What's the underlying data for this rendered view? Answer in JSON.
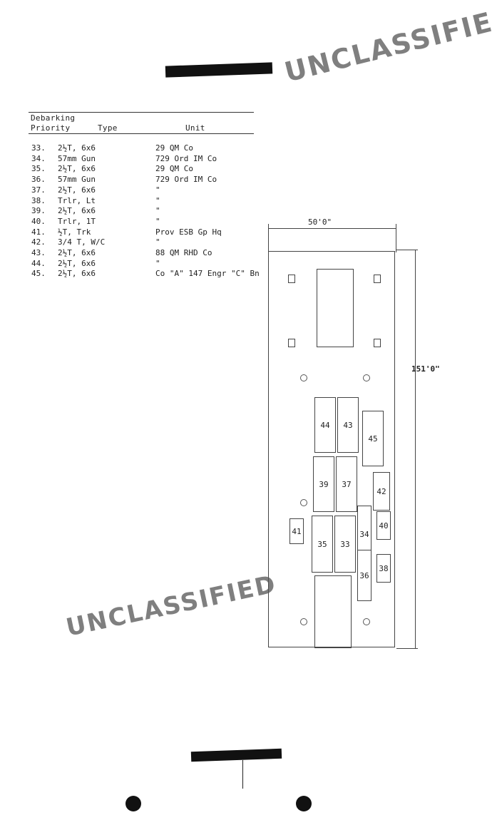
{
  "header": {
    "col1_line1": "Debarking",
    "col1_line2": "Priority",
    "col2": "Type",
    "col3": "Unit"
  },
  "rows": [
    {
      "num": "33.",
      "type": "2½T, 6x6",
      "unit": "29 QM Co"
    },
    {
      "num": "34.",
      "type": "57mm Gun",
      "unit": "729 Ord IM Co"
    },
    {
      "num": "35.",
      "type": "2½T, 6x6",
      "unit": "29 QM Co"
    },
    {
      "num": "36.",
      "type": "57mm Gun",
      "unit": "729 Ord IM Co"
    },
    {
      "num": "37.",
      "type": "2½T, 6x6",
      "unit": "\""
    },
    {
      "num": "38.",
      "type": "Trlr, Lt",
      "unit": "\""
    },
    {
      "num": "39.",
      "type": "2½T, 6x6",
      "unit": "\""
    },
    {
      "num": "40.",
      "type": "Trlr, 1T",
      "unit": "\""
    },
    {
      "num": "41.",
      "type": "½T, Trk",
      "unit": "Prov ESB Gp Hq"
    },
    {
      "num": "42.",
      "type": "3/4 T, W/C",
      "unit": "\""
    },
    {
      "num": "43.",
      "type": "2½T, 6x6",
      "unit": "88 QM RHD Co"
    },
    {
      "num": "44.",
      "type": "2½T, 6x6",
      "unit": "\""
    },
    {
      "num": "45.",
      "type": "2½T, 6x6",
      "unit": "Co \"A\" 147 Engr \"C\" Bn"
    }
  ],
  "diagram": {
    "width_label": "50'0\"",
    "length_label": "151'0\"",
    "vehicles": [
      "44",
      "43",
      "45",
      "39",
      "37",
      "42",
      "41",
      "35",
      "33",
      "34",
      "40",
      "36",
      "38"
    ]
  },
  "stamps": {
    "top": "UNCLASSIFIED",
    "bottom": "UNCLASSIFIED"
  }
}
